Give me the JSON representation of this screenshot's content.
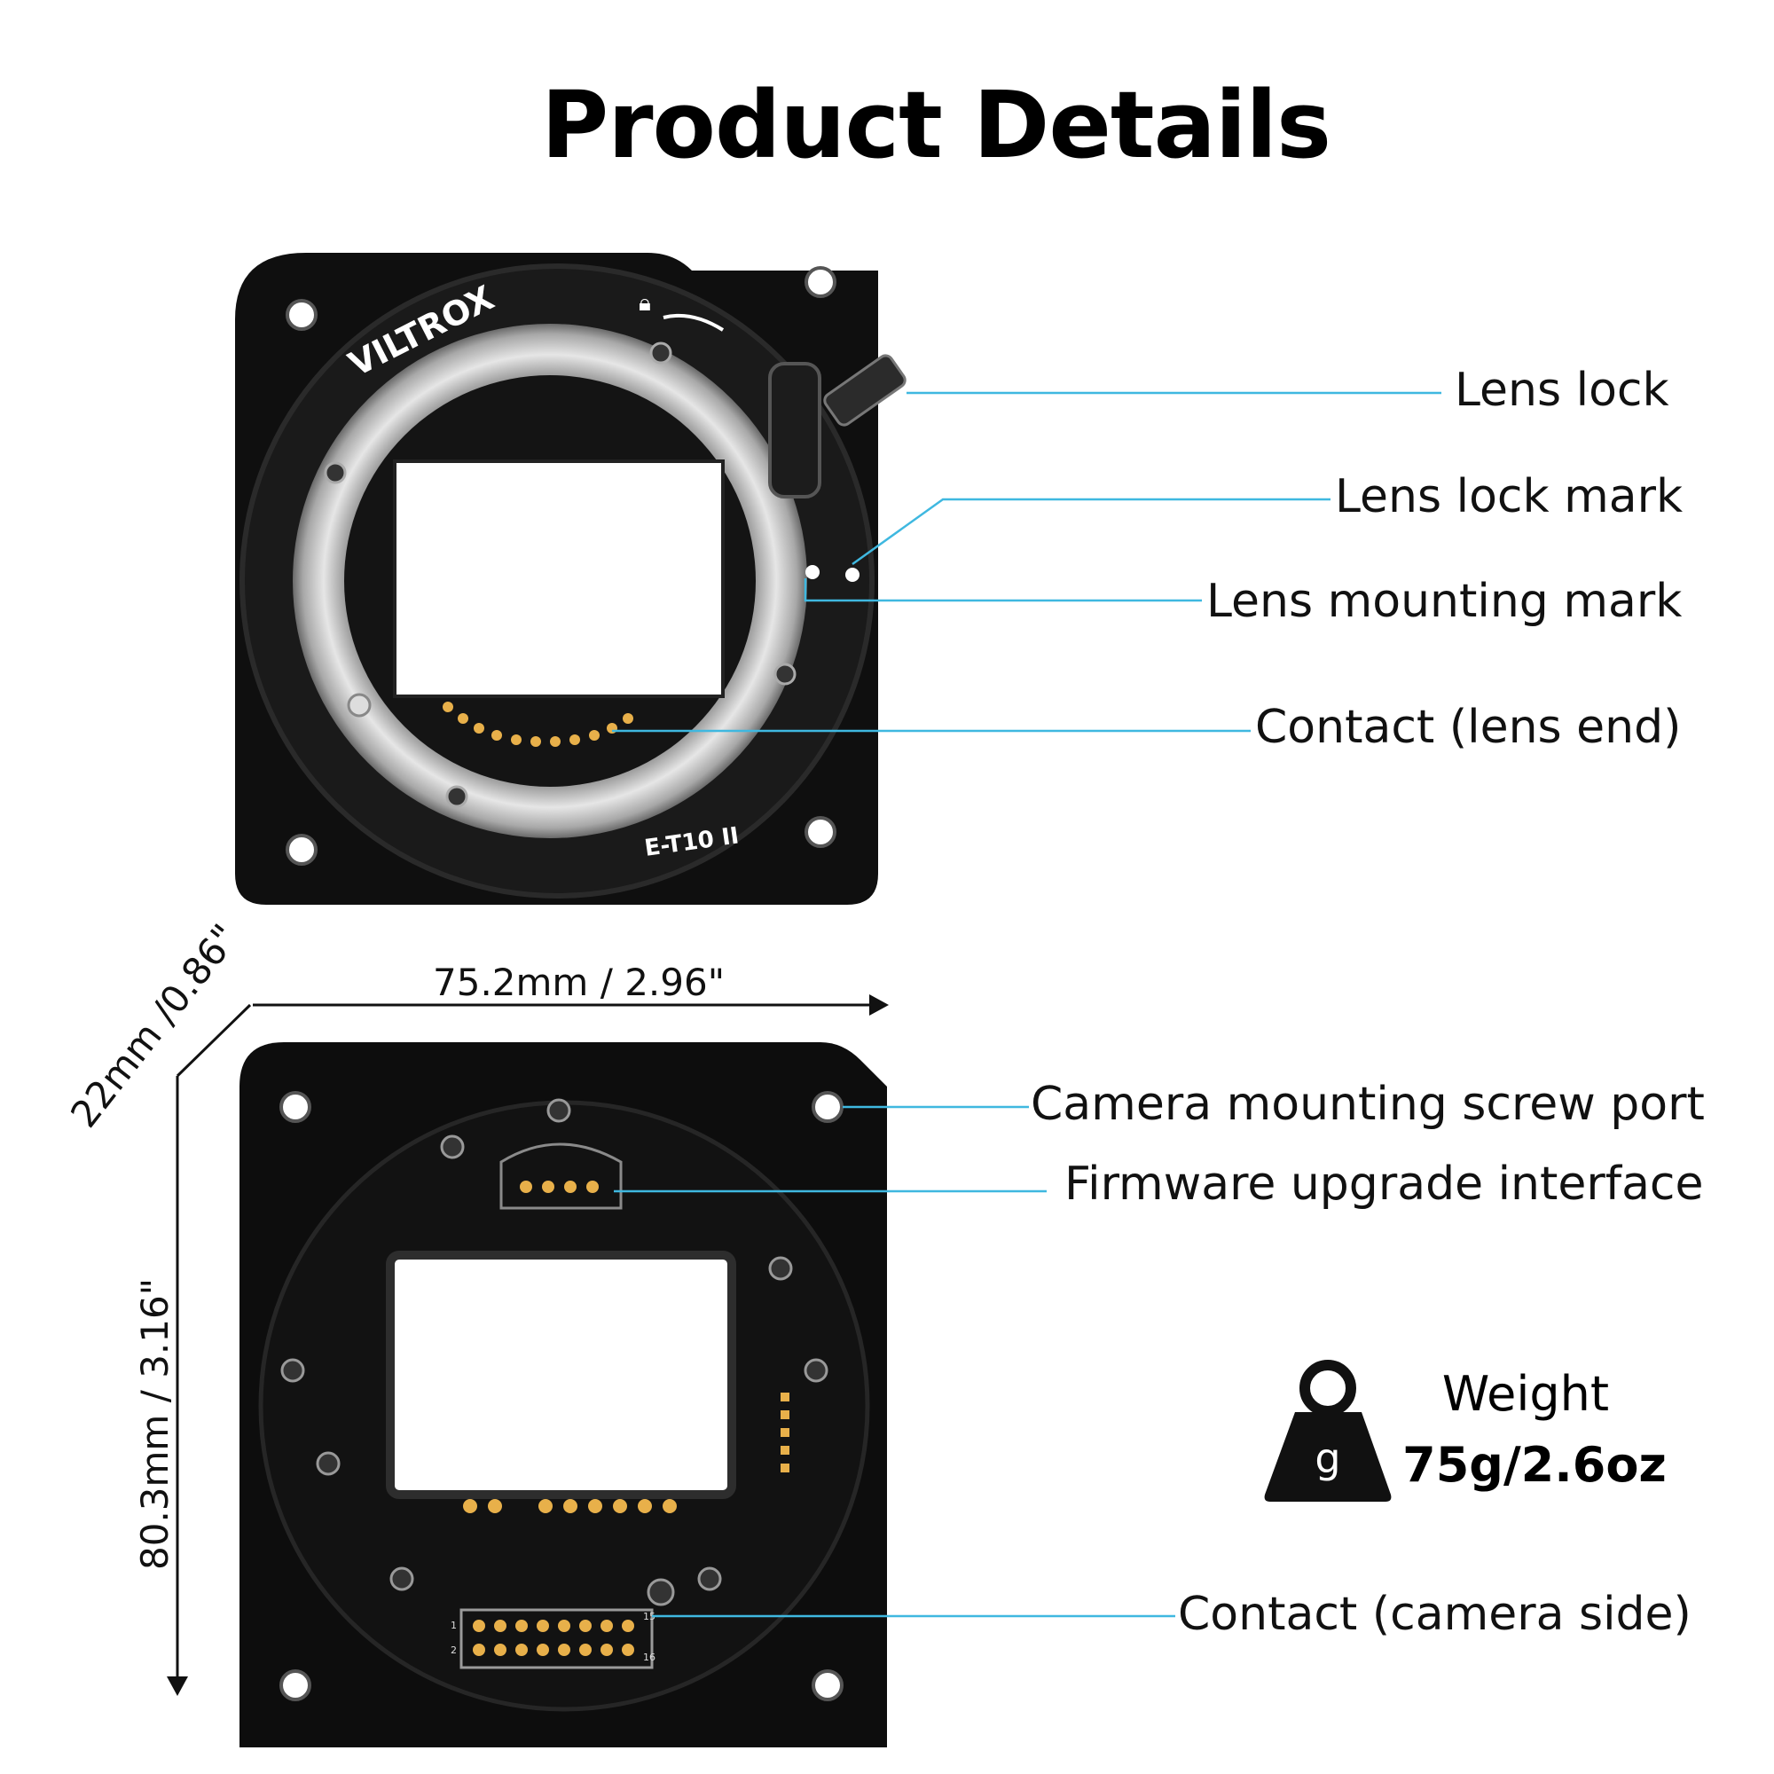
{
  "title": "Product Details",
  "brand": "VILTROX",
  "model": "E-T10 II",
  "colors": {
    "leader_line": "#3fb8e0",
    "body": "#0d0d0d",
    "ring": "#cfcfcf",
    "contact": "#e8b04a"
  },
  "callouts": {
    "lens_lock": "Lens lock",
    "lens_lock_mark": "Lens lock mark",
    "lens_mounting_mark": "Lens mounting mark",
    "contact_lens_end": "Contact (lens end)",
    "camera_mounting_screw_port": "Camera mounting screw port",
    "firmware_upgrade_interface": "Firmware upgrade interface",
    "contact_camera_side": "Contact (camera side)"
  },
  "dimensions": {
    "width": "75.2mm / 2.96\"",
    "depth": "22mm /0.86\"",
    "height": "80.3mm / 3.16\""
  },
  "weight": {
    "label": "Weight",
    "value": "75g/2.6oz",
    "icon": "weight-icon",
    "icon_glyph": "g"
  },
  "pin_labels": {
    "top_left": "1",
    "bottom_left": "2",
    "top_right": "15",
    "bottom_right": "16"
  }
}
